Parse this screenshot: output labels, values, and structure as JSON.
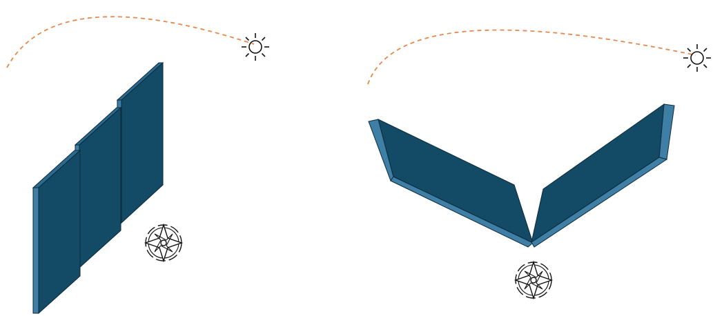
{
  "colors": {
    "panel_front": "#134a66",
    "panel_side": "#3f7fa6",
    "panel_top": "#2a6a8f",
    "outline": "#0b2a3a",
    "sun_path": "#e8874a",
    "icon_stroke": "#111111"
  },
  "diagrams": [
    {
      "name": "vertical-bifacial-array",
      "panel_count": 3,
      "icons": [
        "sun-icon",
        "compass-rose-icon"
      ],
      "sun_path": "dashed-arc"
    },
    {
      "name": "v-shaped-east-west-array",
      "panel_count": 2,
      "icons": [
        "sun-icon",
        "compass-rose-icon"
      ],
      "sun_path": "dashed-arc"
    }
  ]
}
